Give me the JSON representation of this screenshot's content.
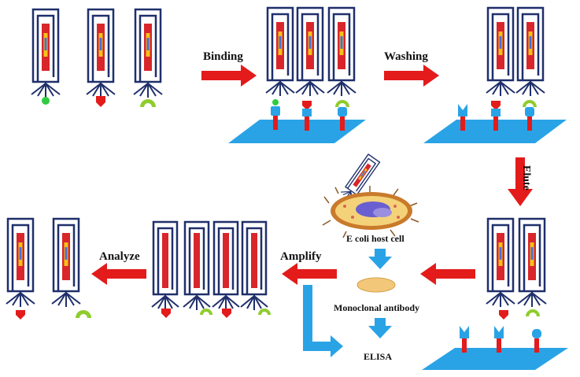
{
  "labels": {
    "binding": "Binding",
    "washing": "Washing",
    "elute": "Elute",
    "amplify": "Amplify",
    "analyze": "Analyze",
    "host_cell": "E coli host cell",
    "antibody": "Monoclonal antibody",
    "elisa": "ELISA"
  },
  "colors": {
    "phage_outline": "#1f2f6b",
    "phage_core": "#d8262b",
    "core_inner": "#f2c21b",
    "core_blue": "#4a6fd0",
    "arrow_red": "#e31b1b",
    "arrow_blue": "#2aa3e6",
    "surface": "#2aa3e6",
    "target_green": "#2ecc40",
    "target_red": "#e31b1b",
    "target_lime": "#8fcc2e"
  }
}
